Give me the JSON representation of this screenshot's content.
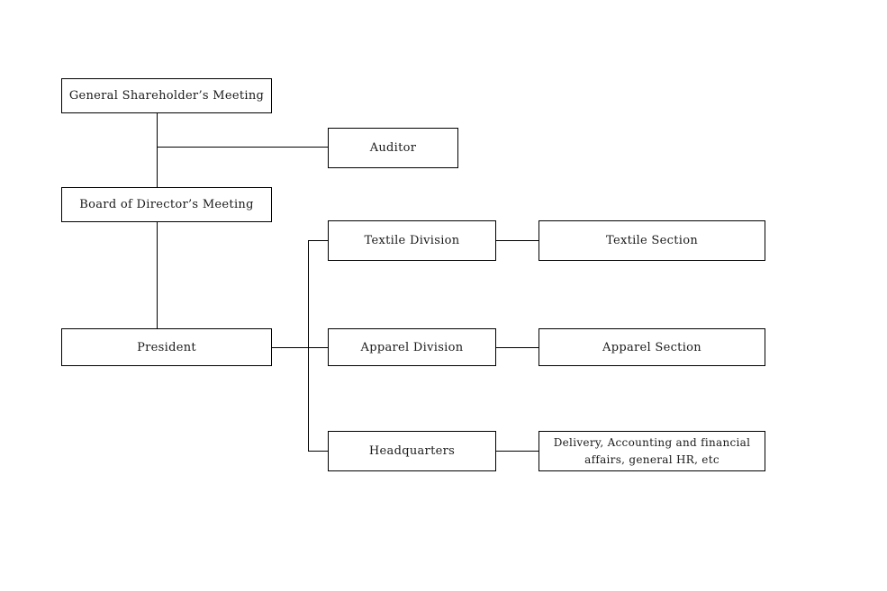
{
  "org_chart": {
    "shareholders_meeting": "General Shareholder’s Meeting",
    "auditor": "Auditor",
    "board_meeting": "Board of Director’s Meeting",
    "president": "President",
    "textile_division": "Textile Division",
    "apparel_division": "Apparel Division",
    "headquarters": "Headquarters",
    "textile_section": "Textile Section",
    "apparel_section": "Apparel Section",
    "hq_functions_line1": "Delivery, Accounting and financial",
    "hq_functions_line2": "affairs, general HR, etc"
  },
  "colors": {
    "stroke": "#000000",
    "box_fill": "#ffffff"
  }
}
